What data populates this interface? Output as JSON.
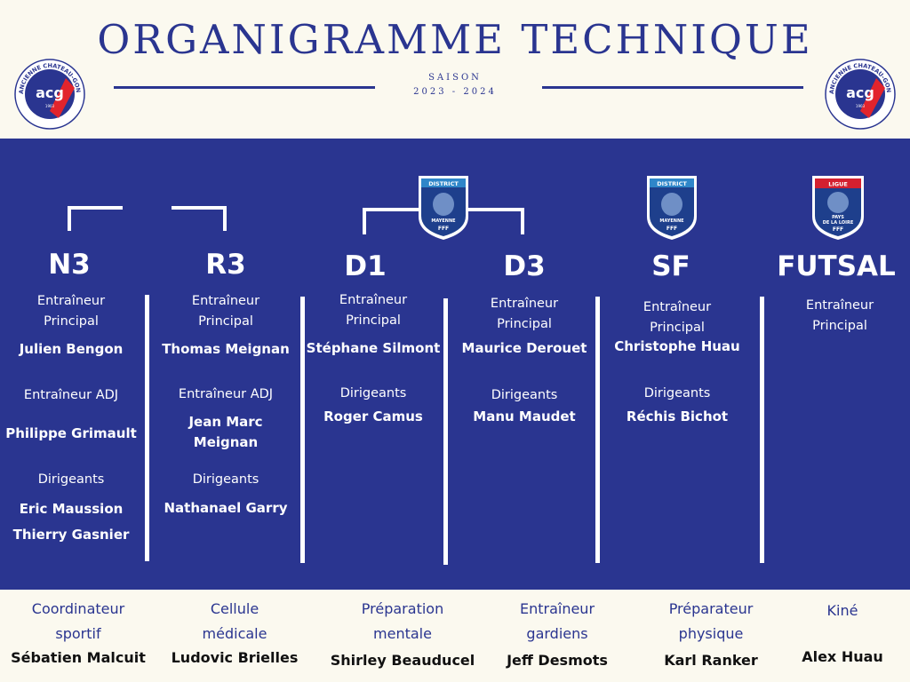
{
  "header": {
    "title": "ORGANIGRAMME TECHNIQUE",
    "season_label": "SAISON",
    "season_years": "2023 - 2024",
    "logo_text": "ANCIENNE CHATEAU-GONTIER",
    "logo_monogram": "acg",
    "logo_year": "1903"
  },
  "badges": {
    "district_top": "DISTRICT",
    "district_bottom": "MAYENNE",
    "ligue_top": "LIGUE",
    "ligue_bottom_1": "PAYS",
    "ligue_bottom_2": "DE LA LOIRE",
    "fff": "FFF"
  },
  "teams": [
    {
      "name": "N3",
      "r1": "Entraîneur",
      "r1b": "Principal",
      "p1": "Julien Bengon",
      "r2": "Entraîneur ADJ",
      "p2": "Philippe Grimault",
      "r3": "Dirigeants",
      "p3": "Eric Maussion",
      "p4": "Thierry Gasnier"
    },
    {
      "name": "R3",
      "r1": "Entraîneur",
      "r1b": "Principal",
      "p1": "Thomas Meignan",
      "r2": "Entraîneur ADJ",
      "p2a": "Jean Marc",
      "p2b": "Meignan",
      "r3": "Dirigeants",
      "p3": "Nathanael Garry"
    },
    {
      "name": "D1",
      "r1": "Entraîneur",
      "r1b": "Principal",
      "p1": "Stéphane Silmont",
      "r2": "Dirigeants",
      "p2": "Roger Camus"
    },
    {
      "name": "D3",
      "r1": "Entraîneur",
      "r1b": "Principal",
      "p1": "Maurice Derouet",
      "r2": "Dirigeants",
      "p2": "Manu Maudet"
    },
    {
      "name": "SF",
      "r1": "Entraîneur",
      "r1b": "Principal",
      "p1": "Christophe Huau",
      "r2": "Dirigeants",
      "p2": "Réchis Bichot"
    },
    {
      "name": "FUTSAL",
      "r1": "Entraîneur",
      "r1b": "Principal"
    }
  ],
  "staff": [
    {
      "role_a": "Coordinateur",
      "role_b": "sportif",
      "name": "Sébatien Malcuit"
    },
    {
      "role_a": "Cellule",
      "role_b": "médicale",
      "name": "Ludovic Brielles"
    },
    {
      "role_a": "Préparation",
      "role_b": "mentale",
      "name": "Shirley Beauducel"
    },
    {
      "role_a": "Entraîneur",
      "role_b": "gardiens",
      "name": "Jeff Desmots"
    },
    {
      "role_a": "Préparateur",
      "role_b": "physique",
      "name": "Karl Ranker"
    },
    {
      "role_a": "Kiné",
      "role_b": "",
      "name": "Alex Huau"
    }
  ],
  "colors": {
    "navy": "#2a3590",
    "cream": "#fbf9ef",
    "red": "#e2242c",
    "badge_blue": "#1e3f8c",
    "ligue_red": "#d42030"
  }
}
